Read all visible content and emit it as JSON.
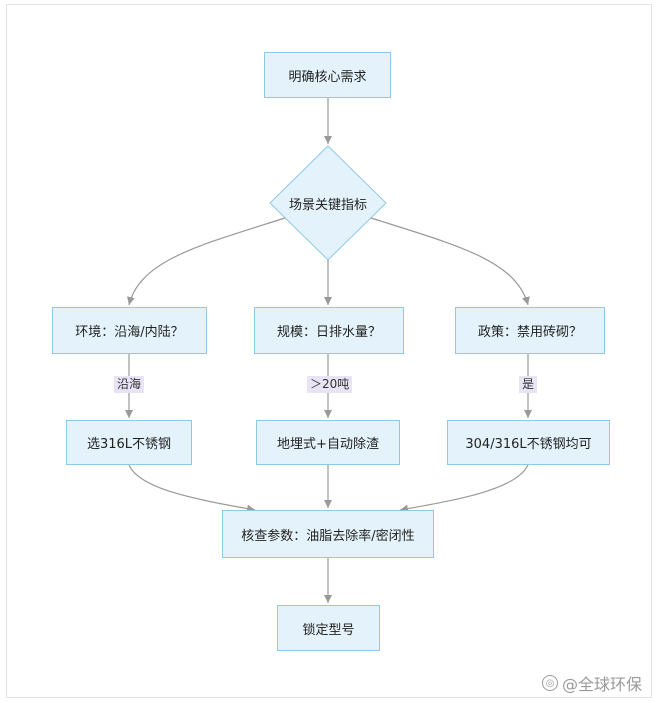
{
  "nodes": {
    "start": "明确核心需求",
    "decision": "场景关键指标",
    "q_env": "环境：沿海/内陆？",
    "q_scale": "规模：日排水量？",
    "q_policy": "政策：禁用砖砌？",
    "r_env": "选316L不锈钢",
    "r_scale": "地埋式+自动除渣",
    "r_policy": "304/316L不锈钢均可",
    "check": "核查参数：油脂去除率/密闭性",
    "end": "锁定型号"
  },
  "edge_labels": {
    "env": "沿海",
    "scale": "＞20吨",
    "policy": "是"
  },
  "watermark": {
    "text": "@全球环保",
    "icon": "sohu-logo-icon"
  },
  "colors": {
    "node_fill": "#e4f3fb",
    "node_border": "#8ec9e6",
    "edge": "#999999",
    "edge_label_bg": "#e9e4f5"
  }
}
